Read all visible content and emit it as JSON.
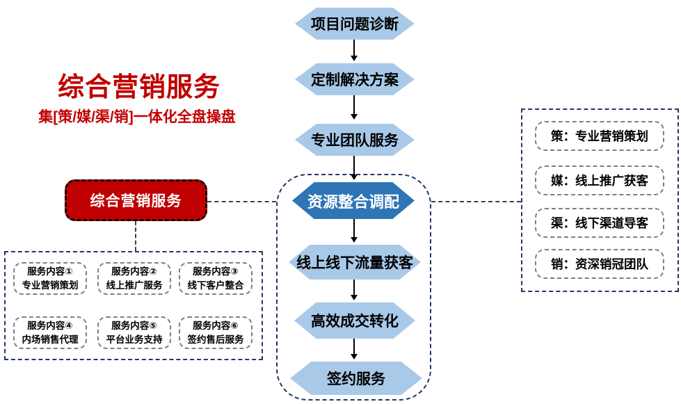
{
  "header": {
    "title": "综合营销服务",
    "subtitle": "集[策/媒/渠/销]一体化全盘操盘"
  },
  "red_box": {
    "label": "综合营销服务"
  },
  "flow": {
    "steps": [
      {
        "label": "项目问题诊断",
        "style": "light"
      },
      {
        "label": "定制解决方案",
        "style": "light"
      },
      {
        "label": "专业团队服务",
        "style": "light"
      },
      {
        "label": "资源整合调配",
        "style": "dark"
      },
      {
        "label": "线上线下流量获客",
        "style": "light"
      },
      {
        "label": "高效成交转化",
        "style": "light"
      },
      {
        "label": "签约服务",
        "style": "light"
      }
    ]
  },
  "services": {
    "items": [
      {
        "line1": "服务内容①",
        "line2": "专业营销策划"
      },
      {
        "line1": "服务内容②",
        "line2": "线上推广服务"
      },
      {
        "line1": "服务内容③",
        "line2": "线下客户整合"
      },
      {
        "line1": "服务内容④",
        "line2": "内场销售代理"
      },
      {
        "line1": "服务内容⑤",
        "line2": "平台业务支持"
      },
      {
        "line1": "服务内容⑥",
        "line2": "签约售后服务"
      }
    ]
  },
  "legend": {
    "items": [
      {
        "label": "策：专业营销策划"
      },
      {
        "label": "媒：线上推广获客"
      },
      {
        "label": "渠：线下渠道导客"
      },
      {
        "label": "销：资深销冠团队"
      }
    ]
  },
  "colors": {
    "accent_red": "#C00000",
    "hex_light_blue": "#A9C9E9",
    "hex_dark_blue": "#2E75B6",
    "dash_navy": "#1F3864",
    "dash_gray": "#808080"
  }
}
